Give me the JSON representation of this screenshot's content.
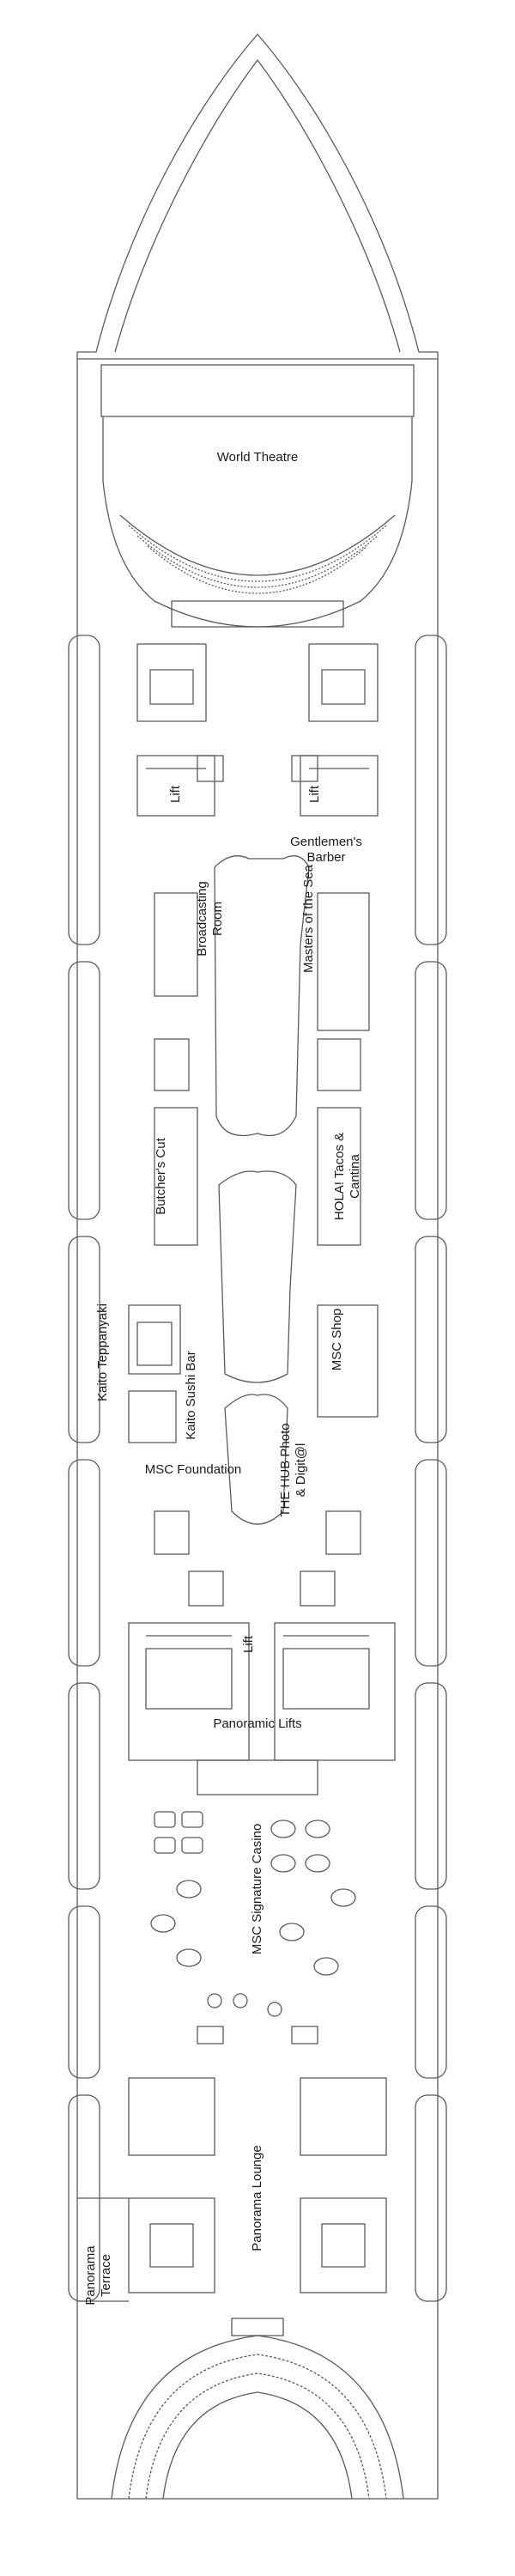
{
  "deck_plan": {
    "outline_color": "#5a5a5a",
    "labels": {
      "world_theatre": "World Theatre",
      "lift_upper_left": "Lift",
      "lift_upper_right": "Lift",
      "gentlemens_barber": "Gentlemen's Barber",
      "broadcasting_room": "Broadcasting Room",
      "masters_of_the_sea": "Masters of the Sea",
      "butchers_cut": "Butcher's Cut",
      "hola_tacos_cantina": "HOLA! Tacos & Cantina",
      "kaito_teppanyaki": "Kaito Teppanyaki",
      "kaito_sushi_bar": "Kaito Sushi Bar",
      "msc_shop": "MSC Shop",
      "msc_foundation": "MSC Foundation",
      "the_hub": "THE HUB Photo & Digit@l",
      "lift_center": "Lift",
      "panoramic_lifts": "Panoramic Lifts",
      "msc_signature_casino": "MSC Signature Casino",
      "panorama_lounge": "Panorama Lounge",
      "panorama_terrace": "Panorama Terrace"
    }
  }
}
